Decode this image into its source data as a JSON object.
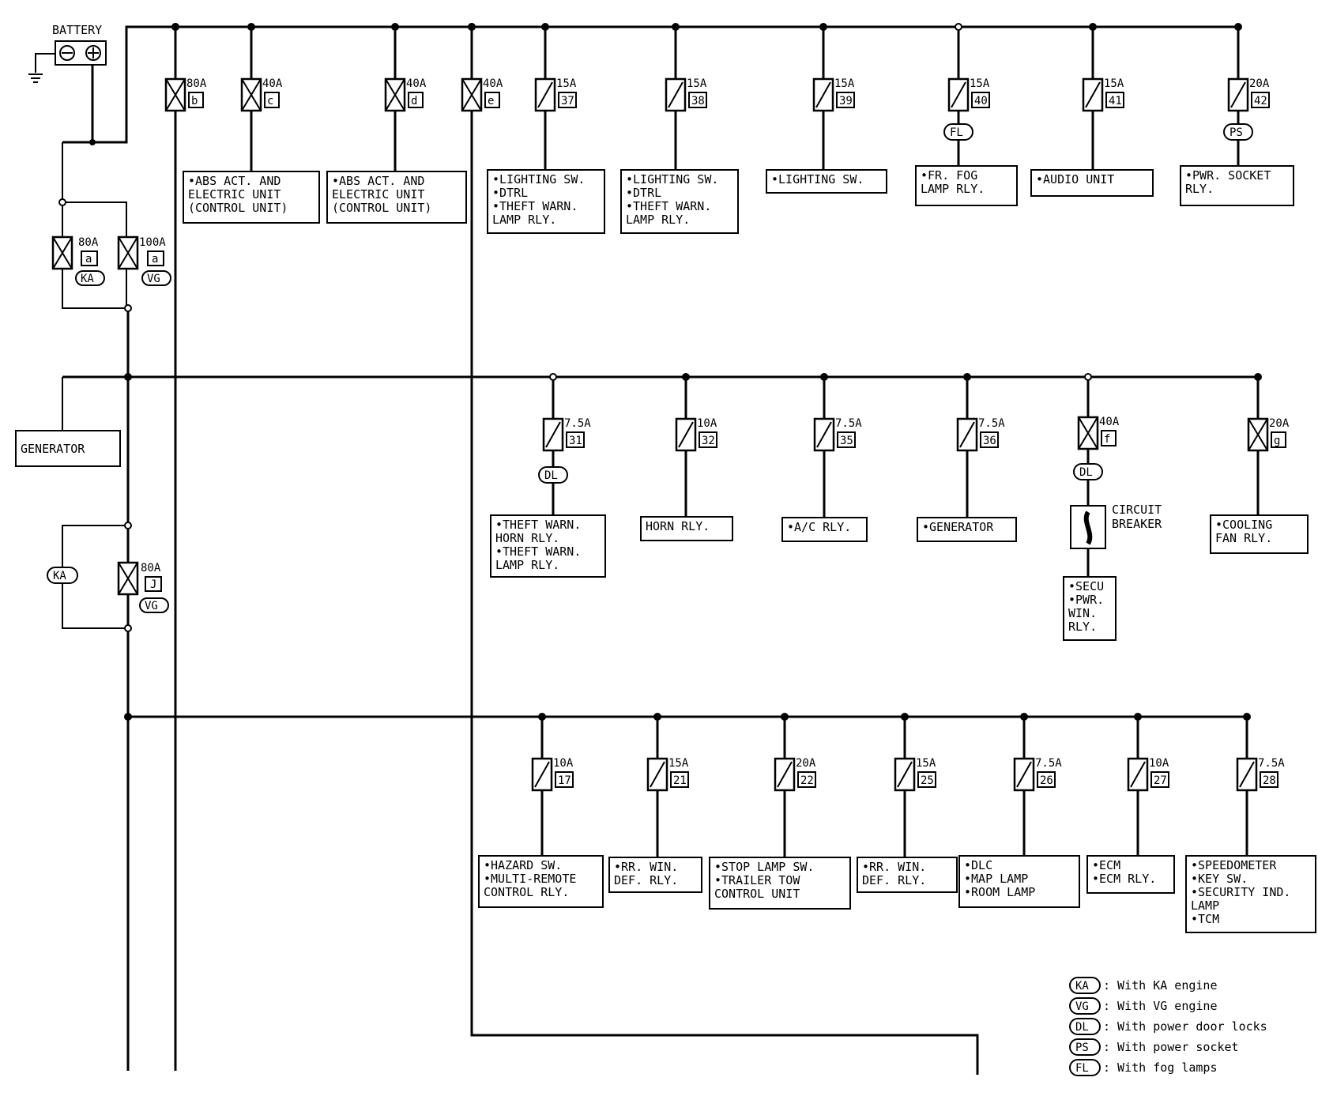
{
  "battery": {
    "label": "BATTERY"
  },
  "options": {
    "KA": "KA",
    "VG": "VG",
    "DL": "DL",
    "PS": "PS",
    "FL": "FL"
  },
  "main_fuses": [
    {
      "id": "a-ka",
      "amps": "80A",
      "code": "a",
      "option": "KA"
    },
    {
      "id": "a-vg",
      "amps": "100A",
      "code": "a",
      "option": "VG"
    },
    {
      "id": "j",
      "amps": "80A",
      "code": "J",
      "option": "VG"
    }
  ],
  "row1": [
    {
      "id": "b",
      "amps": "80A",
      "code": "b",
      "loads": []
    },
    {
      "id": "c",
      "amps": "40A",
      "code": "c",
      "loads": [
        "ABS ACT. AND",
        "ELECTRIC UNIT",
        "(CONTROL UNIT)"
      ]
    },
    {
      "id": "d",
      "amps": "40A",
      "code": "d",
      "loads": [
        "ABS ACT. AND",
        "ELECTRIC UNIT",
        "(CONTROL UNIT)"
      ]
    },
    {
      "id": "e",
      "amps": "40A",
      "code": "e",
      "loads": []
    },
    {
      "id": "37",
      "amps": "15A",
      "code": "37",
      "loads": [
        "LIGHTING SW.",
        "DTRL",
        "THEFT WARN.",
        "LAMP RLY."
      ]
    },
    {
      "id": "38",
      "amps": "15A",
      "code": "38",
      "loads": [
        "LIGHTING SW.",
        "DTRL",
        "THEFT WARN.",
        "LAMP RLY."
      ]
    },
    {
      "id": "39",
      "amps": "15A",
      "code": "39",
      "loads": [
        "LIGHTING SW."
      ]
    },
    {
      "id": "40",
      "amps": "15A",
      "code": "40",
      "option": "FL",
      "loads": [
        "FR. FOG",
        "LAMP RLY."
      ]
    },
    {
      "id": "41",
      "amps": "15A",
      "code": "41",
      "loads": [
        "AUDIO UNIT"
      ]
    },
    {
      "id": "42",
      "amps": "20A",
      "code": "42",
      "option": "PS",
      "loads": [
        "PWR. SOCKET",
        "RLY."
      ]
    }
  ],
  "row2_generator": "GENERATOR",
  "row2": [
    {
      "id": "31",
      "amps": "7.5A",
      "code": "31",
      "option": "DL",
      "loads": [
        "THEFT WARN.",
        "HORN RLY.",
        "THEFT WARN.",
        "LAMP RLY."
      ]
    },
    {
      "id": "32",
      "amps": "10A",
      "code": "32",
      "loads": [
        "HORN RLY."
      ]
    },
    {
      "id": "35",
      "amps": "7.5A",
      "code": "35",
      "loads": [
        "A/C RLY."
      ]
    },
    {
      "id": "36",
      "amps": "7.5A",
      "code": "36",
      "loads": [
        "GENERATOR"
      ]
    },
    {
      "id": "f",
      "amps": "40A",
      "code": "f",
      "option": "DL",
      "breaker": "CIRCUIT BREAKER",
      "loads": [
        "SECU",
        "PWR.",
        "WIN.",
        "RLY."
      ]
    },
    {
      "id": "g",
      "amps": "20A",
      "code": "g",
      "loads": [
        "COOLING",
        "FAN RLY."
      ]
    }
  ],
  "row3": [
    {
      "id": "17",
      "amps": "10A",
      "code": "17",
      "loads": [
        "HAZARD SW.",
        "MULTI-REMOTE",
        "CONTROL RLY."
      ]
    },
    {
      "id": "21",
      "amps": "15A",
      "code": "21",
      "loads": [
        "RR. WIN.",
        "DEF. RLY."
      ]
    },
    {
      "id": "22",
      "amps": "20A",
      "code": "22",
      "loads": [
        "STOP LAMP SW.",
        "TRAILER TOW",
        "CONTROL UNIT"
      ]
    },
    {
      "id": "25",
      "amps": "15A",
      "code": "25",
      "loads": [
        "RR. WIN.",
        "DEF. RLY."
      ]
    },
    {
      "id": "26",
      "amps": "7.5A",
      "code": "26",
      "loads": [
        "DLC",
        "MAP LAMP",
        "ROOM LAMP"
      ]
    },
    {
      "id": "27",
      "amps": "10A",
      "code": "27",
      "loads": [
        "ECM",
        "ECM RLY."
      ]
    },
    {
      "id": "28",
      "amps": "7.5A",
      "code": "28",
      "loads": [
        "SPEEDOMETER",
        "KEY SW.",
        "SECURITY IND.",
        "LAMP",
        "TCM"
      ]
    }
  ],
  "legend": [
    {
      "code": "KA",
      "text": ": With KA engine"
    },
    {
      "code": "VG",
      "text": ": With VG engine"
    },
    {
      "code": "DL",
      "text": ": With power door locks"
    },
    {
      "code": "PS",
      "text": ": With power socket"
    },
    {
      "code": "FL",
      "text": ": With fog lamps"
    }
  ]
}
